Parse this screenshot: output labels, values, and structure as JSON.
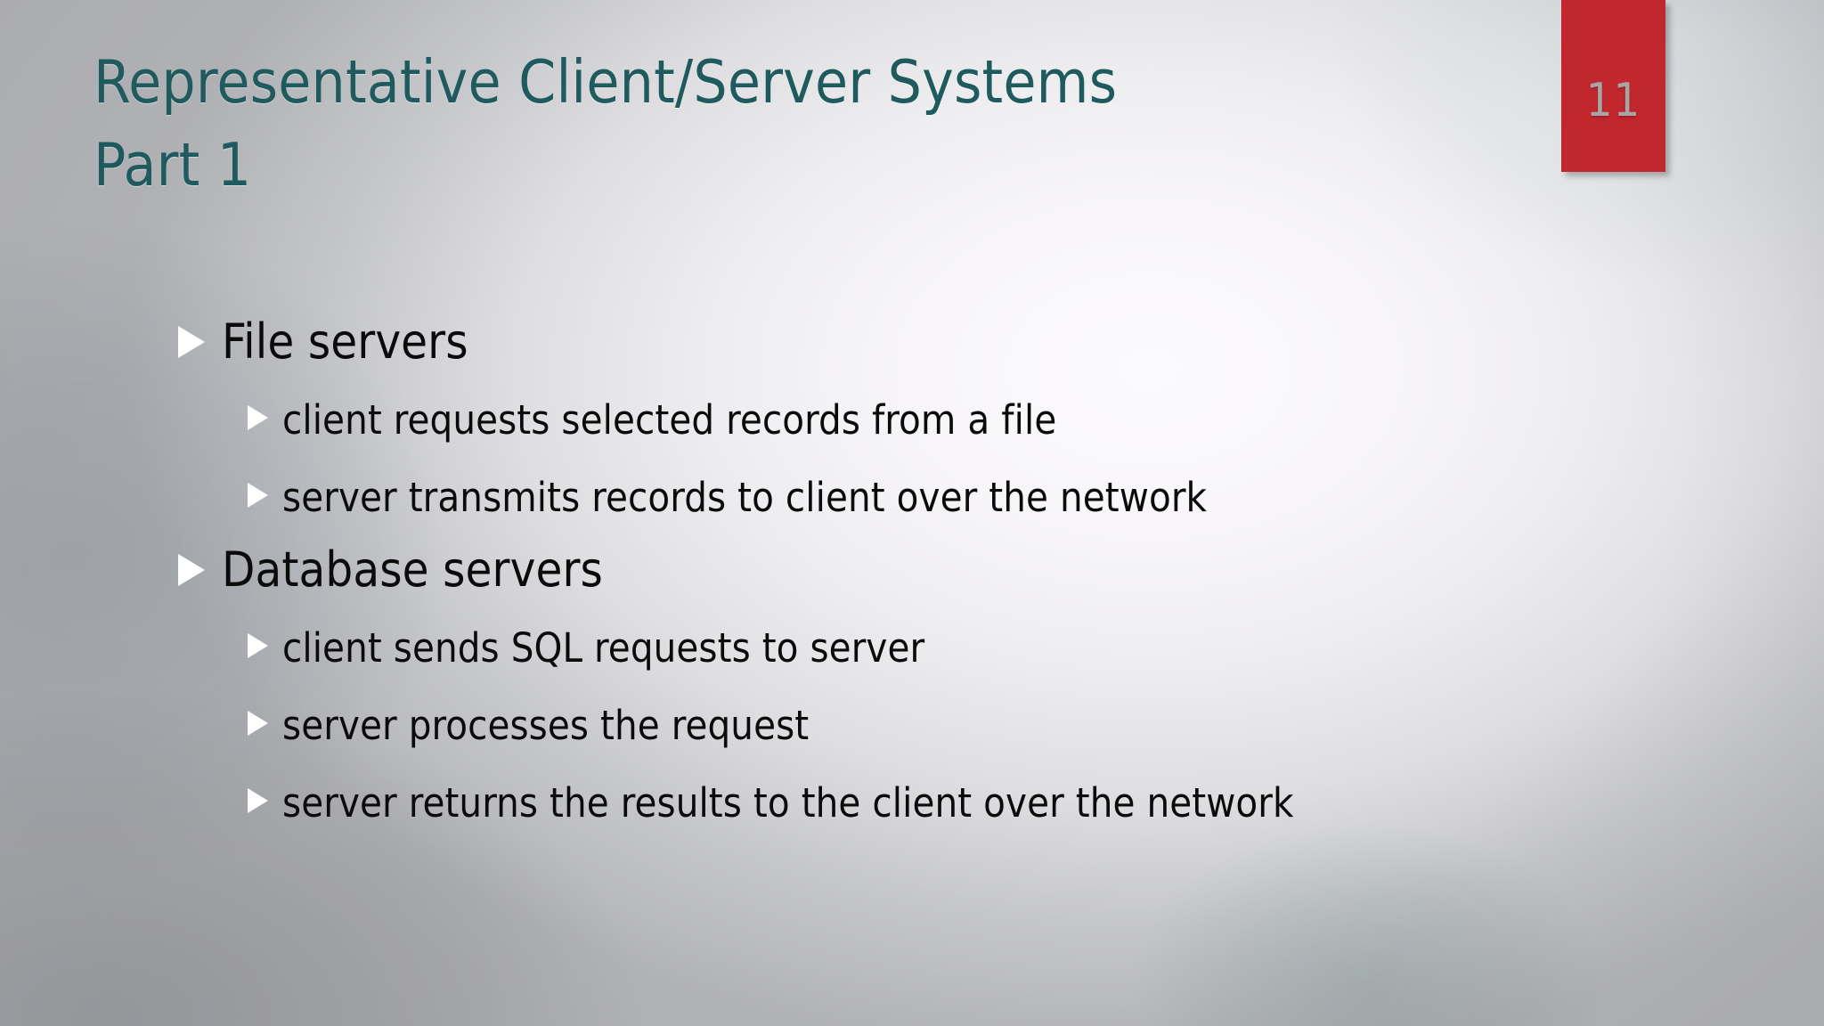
{
  "slide": {
    "title_lines": [
      "Representative Client/Server Systems",
      "Part 1"
    ],
    "page_number": "11",
    "colors": {
      "title": "#1f5b5e",
      "badge_background": "#c1272d",
      "badge_text": "#a6a6a6",
      "body_text": "#0b0b0b",
      "bullet_marker": "#ffffff"
    },
    "bullets": [
      {
        "level": 1,
        "text": "File servers"
      },
      {
        "level": 2,
        "text": "client requests selected records from a file"
      },
      {
        "level": 2,
        "text": "server transmits records to client over the network"
      },
      {
        "level": 1,
        "text": "Database servers"
      },
      {
        "level": 2,
        "text": "client sends SQL requests to server"
      },
      {
        "level": 2,
        "text": "server processes the request"
      },
      {
        "level": 2,
        "text": "server returns the results to the client over the network"
      }
    ]
  }
}
